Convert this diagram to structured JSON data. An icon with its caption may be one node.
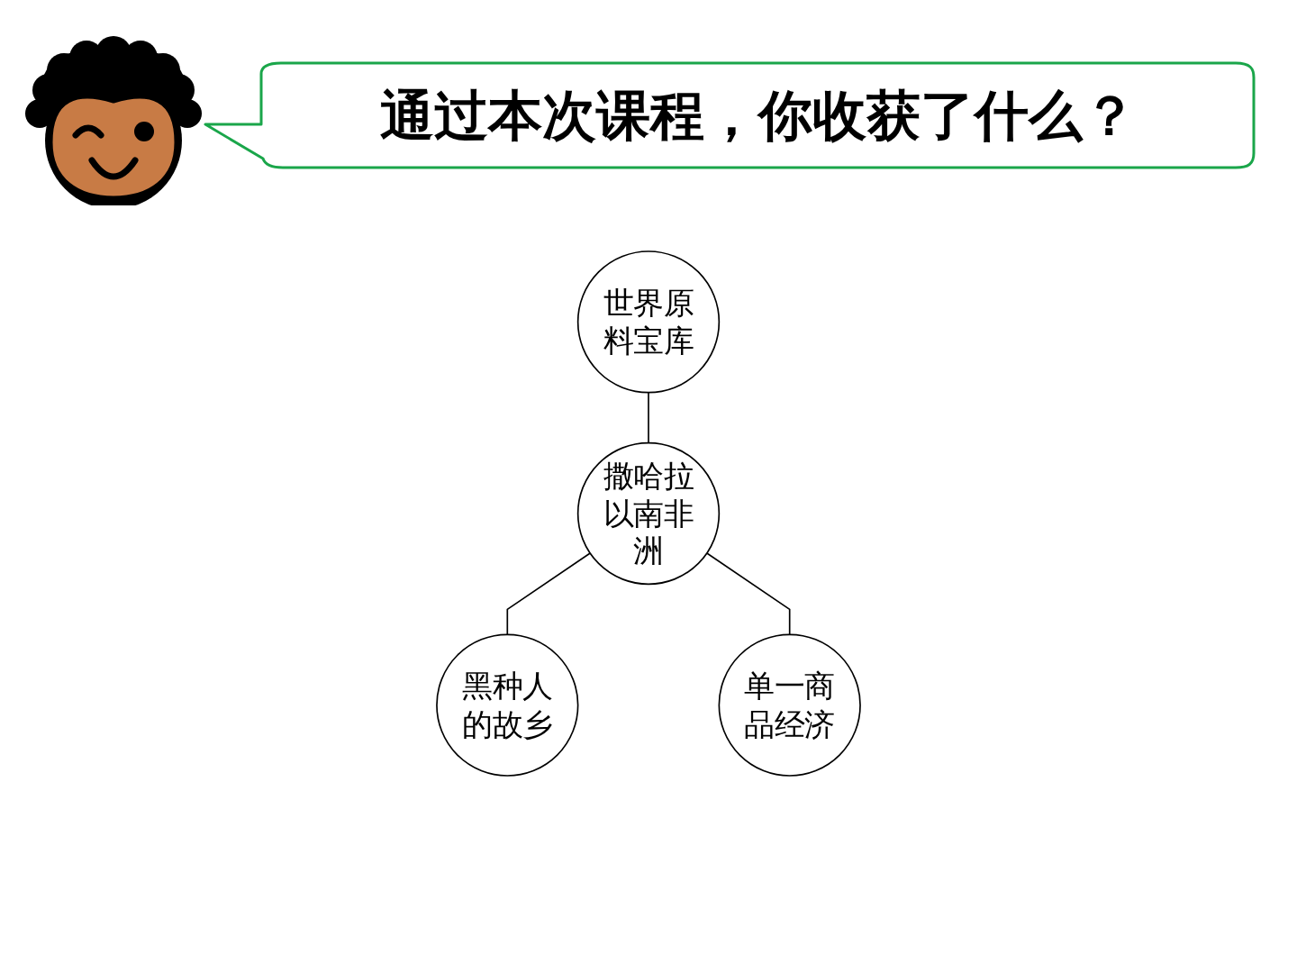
{
  "diagram": {
    "title": "通过本次课程，你收获了什么？",
    "nodes": [
      {
        "text": [
          "世界原料宝库"
        ]
      },
      {
        "text": [
          "撒哈拉以南非洲"
        ]
      },
      {
        "text": [
          "黑种人的故乡"
        ]
      },
      {
        "text": [
          "单一商品经济"
        ]
      }
    ],
    "edges": [
      {
        "from": 0,
        "to": 1,
        "arrow": "none"
      },
      {
        "from": 1,
        "to": 2,
        "arrow": "none"
      },
      {
        "from": 1,
        "to": 3,
        "arrow": "none"
      }
    ]
  }
}
